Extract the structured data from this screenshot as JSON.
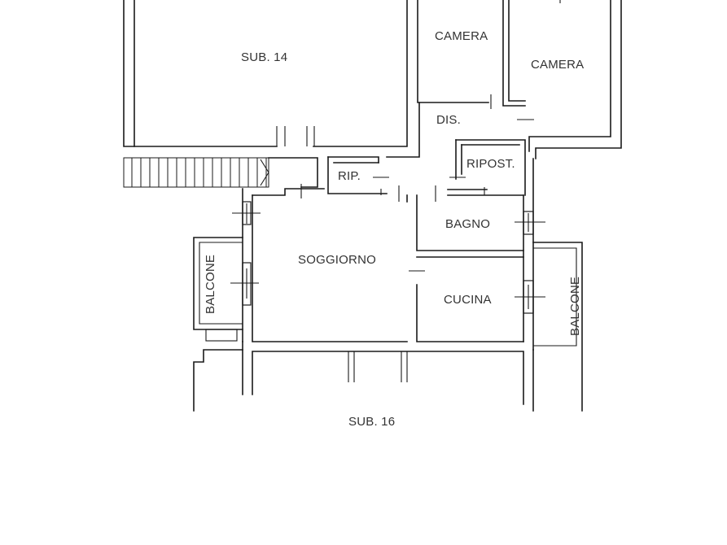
{
  "rooms": {
    "sub_14": "SUB. 14",
    "camera_left": "CAMERA",
    "camera_right": "CAMERA",
    "disimpegno": "DIS.",
    "ripostiglio_small": "RIP.",
    "ripostiglio": "RIPOST.",
    "bagno": "BAGNO",
    "soggiorno": "SOGGIORNO",
    "cucina": "CUCINA",
    "balcone_left": "BALCONE",
    "balcone_right": "BALCONE",
    "sub_16": "SUB. 16"
  },
  "colors": {
    "line": "#1a1a1a",
    "label": "#333333",
    "background": "#ffffff"
  }
}
